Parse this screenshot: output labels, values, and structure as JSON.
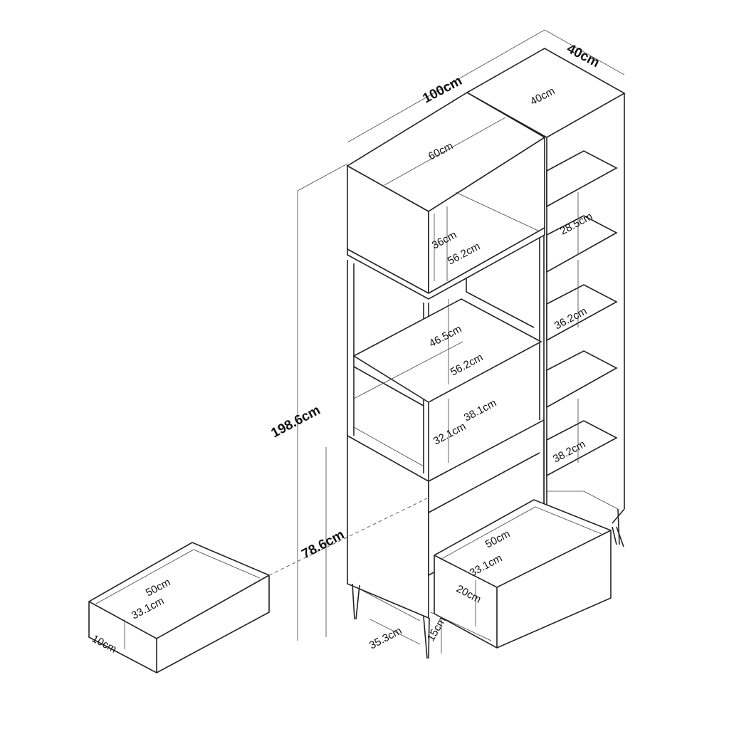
{
  "dimensions": {
    "total_width": "100cm",
    "total_depth": "40cm",
    "right_column_depth": "40cm",
    "top_box_width": "60cm",
    "top_box_height": "36cm",
    "top_box_inner_width": "56.2cm",
    "right_shelf_top": "28.5cm",
    "open_frame_height": "46.5cm",
    "open_frame_inner_width": "56.2cm",
    "right_shelf_mid": "36.2cm",
    "total_height": "198.6cm",
    "lower_frame_height": "32.1cm",
    "lower_frame_depth": "38.1cm",
    "right_shelf_low": "38.2cm",
    "base_cabinet_height": "78.6cm",
    "left_drawer_width": "50cm",
    "left_drawer_depth": "33.1cm",
    "left_drawer_height": "10cm",
    "right_drawer_width": "50cm",
    "right_drawer_depth": "33.1cm",
    "right_drawer_height": "20cm",
    "leg_depth": "35.3cm",
    "leg_height": "15cm"
  }
}
